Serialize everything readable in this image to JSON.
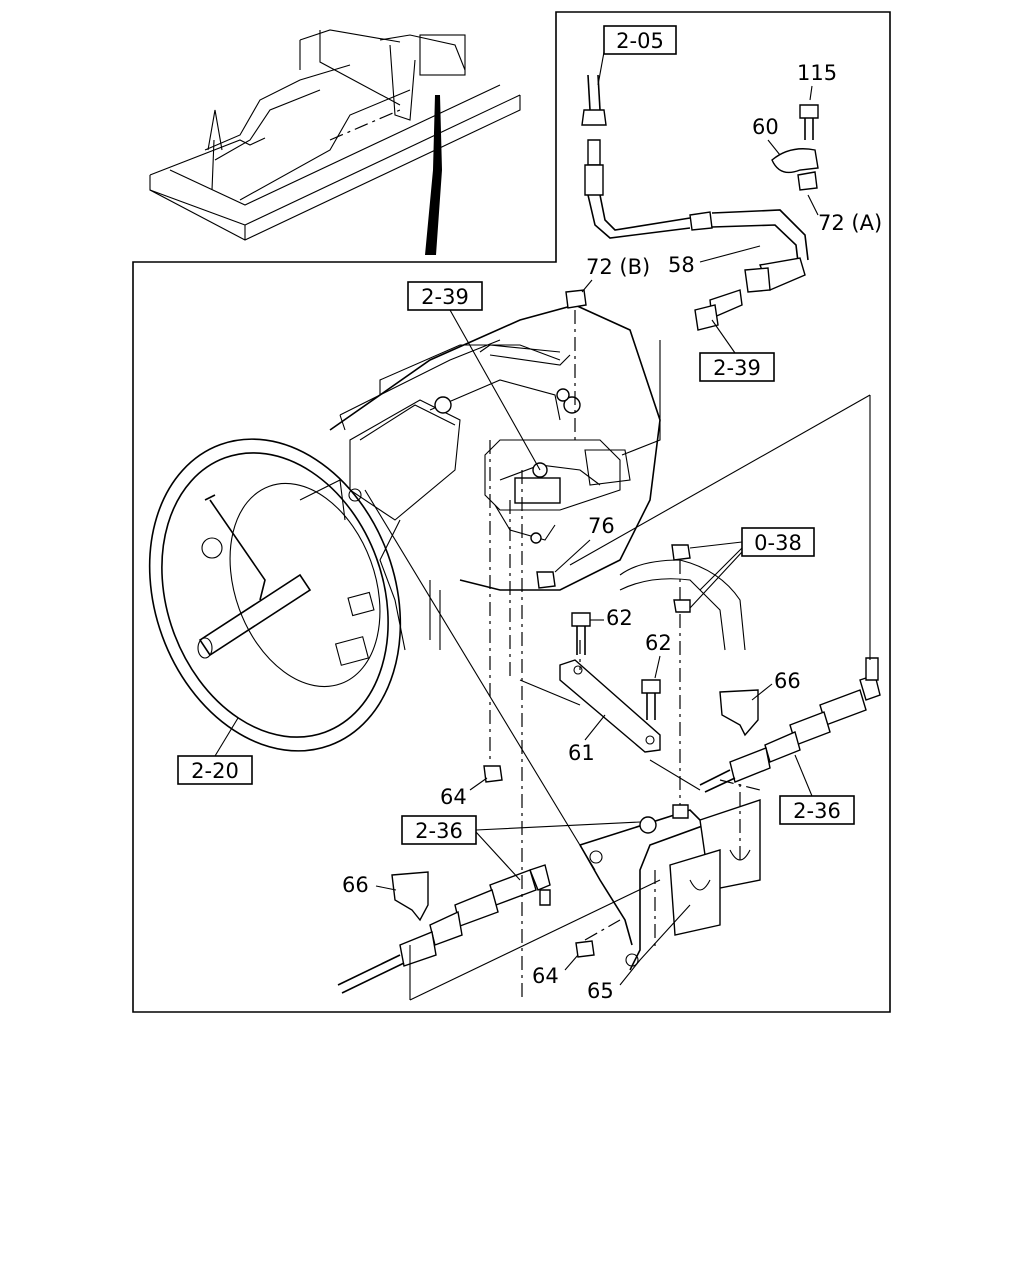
{
  "callouts": {
    "ref_2_05": "2-05",
    "ref_2_39_top": "2-39",
    "ref_2_39_right": "2-39",
    "ref_0_38": "0-38",
    "ref_2_20": "2-20",
    "ref_2_36_right": "2-36",
    "ref_2_36_left": "2-36"
  },
  "parts": {
    "p115": "115",
    "p60": "60",
    "p72a": "72 (A)",
    "p72b": "72 (B)",
    "p58": "58",
    "p76": "76",
    "p62a": "62",
    "p62b": "62",
    "p66_right": "66",
    "p66_left": "66",
    "p61": "61",
    "p64_upper": "64",
    "p64_lower": "64",
    "p65": "65"
  }
}
